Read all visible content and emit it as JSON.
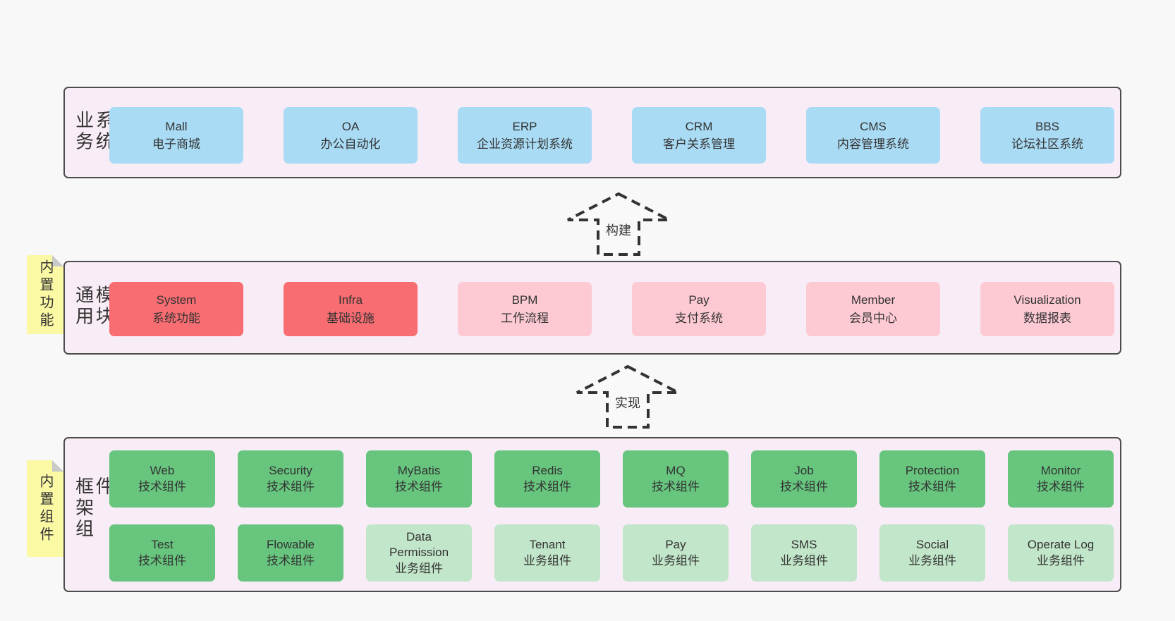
{
  "diagram": {
    "layers": [
      {
        "side_label": "业务系统",
        "boxes": [
          {
            "title": "Mall",
            "subtitle": "电子商城"
          },
          {
            "title": "OA",
            "subtitle": "办公自动化"
          },
          {
            "title": "ERP",
            "subtitle": "企业资源计划系统"
          },
          {
            "title": "CRM",
            "subtitle": "客户关系管理"
          },
          {
            "title": "CMS",
            "subtitle": "内容管理系统"
          },
          {
            "title": "BBS",
            "subtitle": "论坛社区系统"
          }
        ]
      },
      {
        "side_label": "通用模块",
        "note": "内置功能",
        "boxes": [
          {
            "title": "System",
            "subtitle": "系统功能"
          },
          {
            "title": "Infra",
            "subtitle": "基础设施"
          },
          {
            "title": "BPM",
            "subtitle": "工作流程"
          },
          {
            "title": "Pay",
            "subtitle": "支付系统"
          },
          {
            "title": "Member",
            "subtitle": "会员中心"
          },
          {
            "title": "Visualization",
            "subtitle": "数据报表"
          }
        ]
      },
      {
        "side_label": "框架组件",
        "note": "内置组件",
        "rows": [
          [
            {
              "title": "Web",
              "subtitle": "技术组件"
            },
            {
              "title": "Security",
              "subtitle": "技术组件"
            },
            {
              "title": "MyBatis",
              "subtitle": "技术组件"
            },
            {
              "title": "Redis",
              "subtitle": "技术组件"
            },
            {
              "title": "MQ",
              "subtitle": "技术组件"
            },
            {
              "title": "Job",
              "subtitle": "技术组件"
            },
            {
              "title": "Protection",
              "subtitle": "技术组件"
            },
            {
              "title": "Monitor",
              "subtitle": "技术组件"
            }
          ],
          [
            {
              "title": "Test",
              "subtitle": "技术组件"
            },
            {
              "title": "Flowable",
              "subtitle": "技术组件"
            },
            {
              "title": "Data Permission",
              "subtitle": "业务组件"
            },
            {
              "title": "Tenant",
              "subtitle": "业务组件"
            },
            {
              "title": "Pay",
              "subtitle": "业务组件"
            },
            {
              "title": "SMS",
              "subtitle": "业务组件"
            },
            {
              "title": "Social",
              "subtitle": "业务组件"
            },
            {
              "title": "Operate Log",
              "subtitle": "业务组件"
            }
          ]
        ]
      }
    ],
    "arrows": [
      {
        "label": "构建"
      },
      {
        "label": "实现"
      }
    ],
    "colors": {
      "page_bg": "#f8f8f8",
      "panel_bg": "#f8edf6",
      "panel_border": "#4c4c4c",
      "blue": "#a9dbf4",
      "red": "#f76d72",
      "pink": "#fdcad4",
      "green": "#67c57e",
      "light_green": "#c2e6c9",
      "note_yellow": "#fbf9a4"
    }
  }
}
